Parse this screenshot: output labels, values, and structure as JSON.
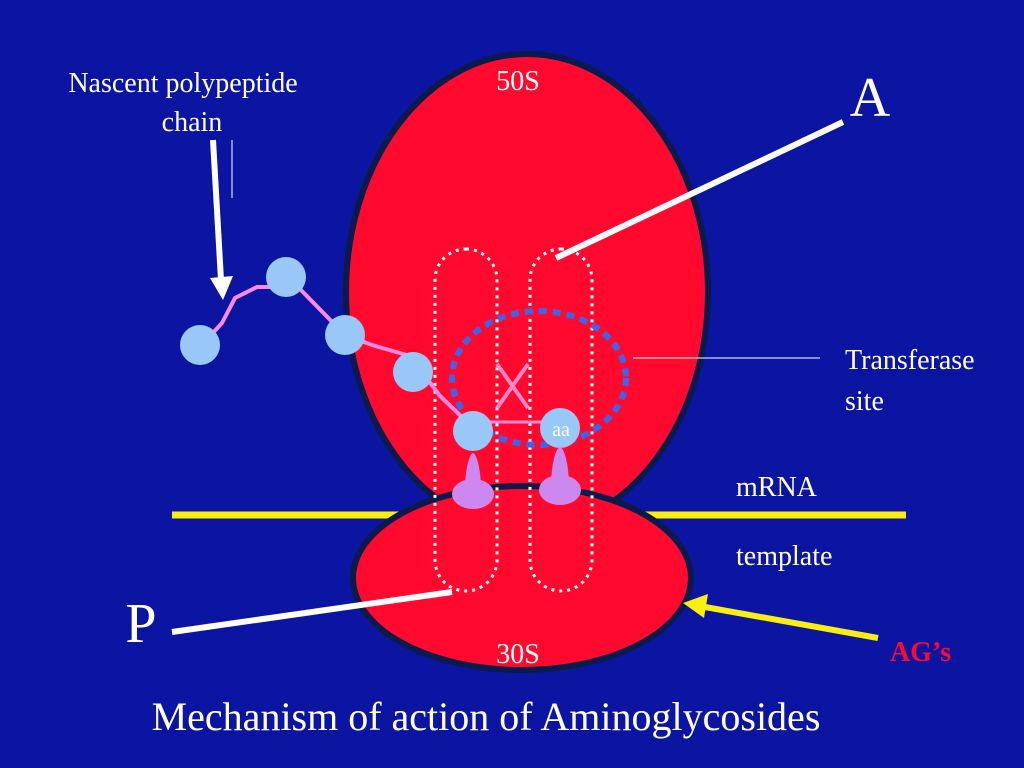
{
  "slide": {
    "title": "Mechanism of action of Aminoglycosides",
    "background_color": "#0c15a2"
  },
  "ribosome": {
    "large_subunit_label": "50S",
    "small_subunit_label": "30S",
    "color": "#ff0a2e",
    "outline_color": "#0a1a4a"
  },
  "sites": {
    "a_site_label": "A",
    "p_site_label": "P",
    "transferase_site_label_line1": "Transferase",
    "transferase_site_label_line2": "site"
  },
  "chain": {
    "label_line1": "Nascent polypeptide",
    "label_line2": "chain",
    "amino_acid_color": "#99c8f8",
    "bond_color": "#ff88e0",
    "incoming_amino_acid_label": "aa"
  },
  "mrna": {
    "label_line1": "mRNA",
    "label_line2": "template",
    "color": "#f8ef10"
  },
  "drug": {
    "label": "AG’s",
    "label_color": "#ff0a2e",
    "arrow_color": "#f8ef10"
  },
  "trna": {
    "color": "#cc88ee"
  }
}
